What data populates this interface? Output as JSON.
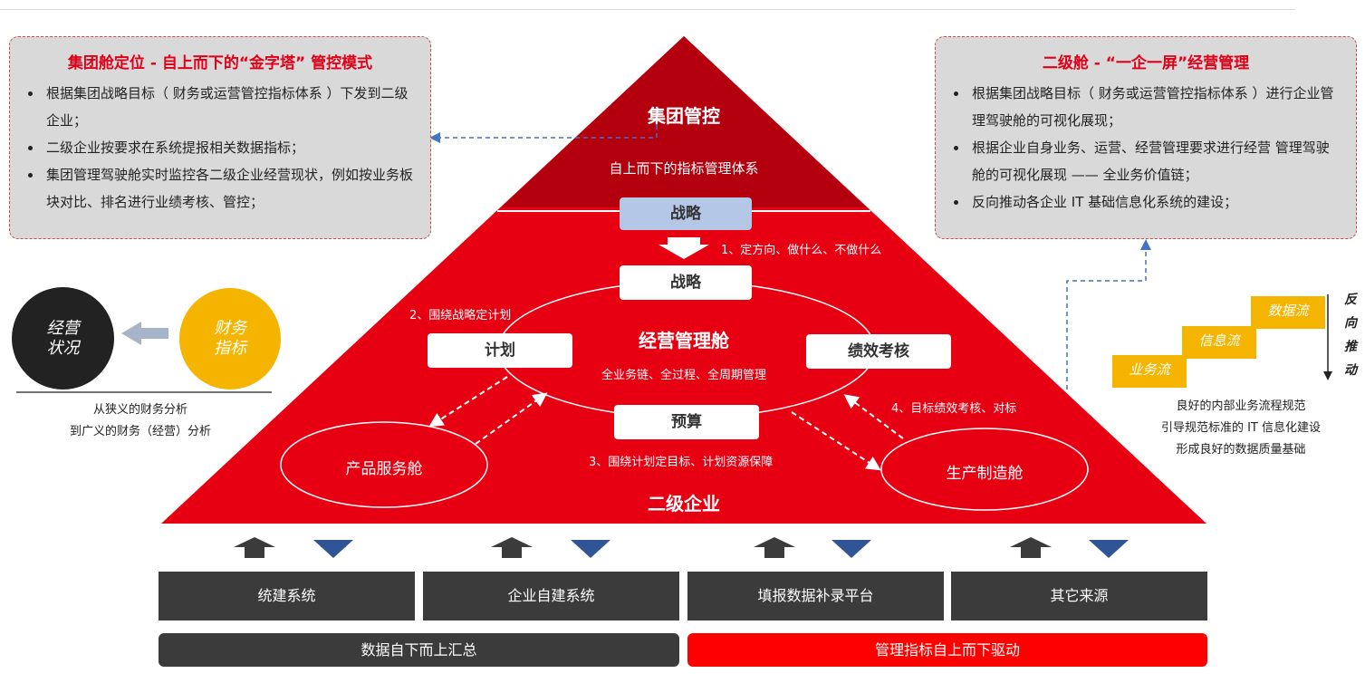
{
  "left_callout": {
    "title": "集团舱定位 - 自上而下的“金字塔” 管控模式",
    "items": [
      "根据集团战略目标（ 财务或运营管控指标体系 ）下发到二级企业；",
      "二级企业按要求在系统提报相关数据指标；",
      "集团管理驾驶舱实时监控各二级企业经营现状，例如按业务板块对比、排名进行业绩考核、管控；"
    ]
  },
  "right_callout": {
    "title": "二级舱 - “一企一屏”经营管理",
    "items": [
      "根据集团战略目标（ 财务或运营管控指标体系 ）进行企业管理驾驶舱的可视化展现；",
      "根据企业自身业务、运营、经营管理要求进行经营 管理驾驶舱的可视化展现 —— 全业务价值链；",
      "反向推动各企业 IT 基础信息化系统的建设；"
    ]
  },
  "pyramid": {
    "top_title": "集团管控",
    "top_subtitle": "自上而下的指标管理体系",
    "strategy_top": "战略",
    "step1": "1、定方向、做什么、不做什么",
    "strategy_box": "战略",
    "step2": "2、围绕战略定计划",
    "plan": "计划",
    "center_title": "经营管理舱",
    "center_subtitle": "全业务链、全过程、全周期管理",
    "performance": "绩效考核",
    "budget": "预算",
    "step3": "3、围绕计划定目标、计划资源保障",
    "step4": "4、目标绩效考核、对标",
    "product_cabin": "产品服务舱",
    "production_cabin": "生产制造舱",
    "bottom_title": "二级企业"
  },
  "left_circles": {
    "dark_circle": "经营\n状况",
    "yellow_circle": "财务\n指标",
    "caption_line1": "从狭义的财务分析",
    "caption_line2": "到广义的财务（经营）分析"
  },
  "right_stairs": {
    "step_business": "业务流",
    "step_info": "信息流",
    "step_data": "数据流",
    "vertical_label": "反向推动",
    "caption_line1": "良好的内部业务流程规范",
    "caption_line2": "引导规范标准的 IT 信息化建设",
    "caption_line3": "形成良好的数据质量基础"
  },
  "systems": [
    "统建系统",
    "企业自建系统",
    "填报数据补录平台",
    "其它来源"
  ],
  "bottom_bars": {
    "left": "数据自下而上汇总",
    "right": "管理指标自上而下驱动"
  },
  "colors": {
    "pyramid_red": "#e60012",
    "pyramid_dark_red": "#b4000e",
    "strategy_blue": "#b4c7e7",
    "dark_gray": "#3b3b3b",
    "bar_red": "#ff0000",
    "yellow": "#f4b400",
    "arrow_blue": "#2f5597"
  }
}
